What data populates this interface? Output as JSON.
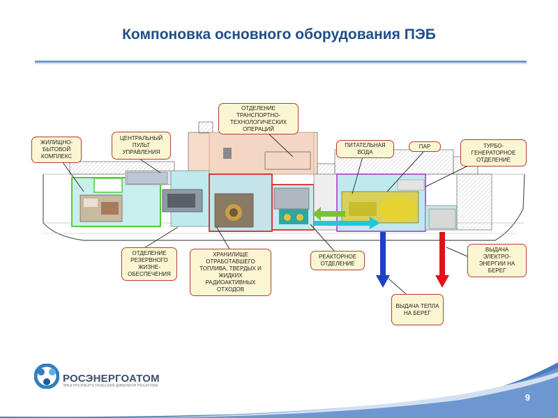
{
  "slide": {
    "title": "Компоновка основного оборудования ПЭБ",
    "page_number": "9"
  },
  "logo": {
    "name": "РОСЭНЕРГОАТОМ",
    "subtitle": "ЭЛЕКТРОЭНЕРГЕТИЧЕСКИЙ ДИВИЗИОН РОСАТОМА"
  },
  "callouts": {
    "living": "ЖИЛИЩНО-\nБЫТОВОЙ\nКОМПЛЕКС",
    "control": "ЦЕНТРАЛЬНЫЙ\nПУЛЬТ\nУПРАВЛЕНИЯ",
    "transport": "ОТДЕЛЕНИЕ\nТРАНСПОРТНО-\nТЕХНОЛОГИЧЕСКИХ\nОПЕРАЦИЙ",
    "feedwater": "ПИТАТЕЛЬНАЯ\nВОДА",
    "steam": "ПАР",
    "turbo": "ТУРБО-\nГЕНЕРАТОРНОЕ\nОТДЕЛЕНИЕ",
    "backup": "ОТДЕЛЕНИЕ\nРЕЗЕРВНОГО\nЖИЗНЕ-\nОБЕСПЕЧЕНИЯ",
    "storage": "ХРАНИЛИЩЕ\nОТРАБОТАВШЕГО\nТОПЛИВА, ТВЕРДЫХ И\nЖИДКИХ\nРАДИОАКТИВНЫХ\nОТХОДОВ",
    "reactor": "РЕАКТОРНОЕ\nОТДЕЛЕНИЕ",
    "power_out": "ВЫДАЧА\nЭЛЕКТРО-\nЭНЕРГИИ НА\nБЕРЕГ",
    "heat_out": "ВЫДАЧА ТЕПЛА\nНА БЕРЕГ"
  },
  "colors": {
    "title": "#1f4e86",
    "callout_border": "#b53a34",
    "callout_fill": "#fbf6d2",
    "arrow_heat": "#1f3fc9",
    "arrow_power": "#e0121a",
    "arrow_feedwater": "#7ac232",
    "arrow_steam": "#23c7d8"
  }
}
